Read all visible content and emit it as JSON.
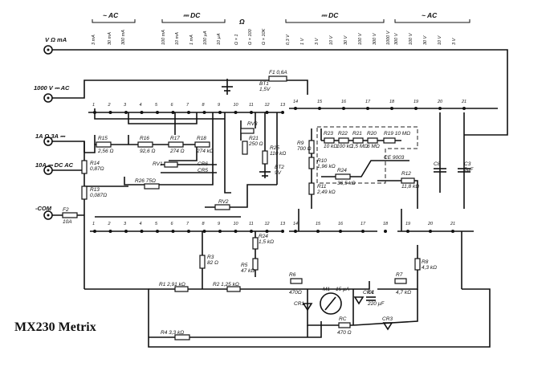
{
  "caption": "MX230 Metrix",
  "range_groups": [
    {
      "symbol": "~ AC",
      "ranges": [
        "3 mA",
        "30 mA",
        "300 mA"
      ]
    },
    {
      "symbol": "⎓ DC",
      "ranges": [
        "100 mA",
        "10 mA",
        "1 mA",
        "100 µA",
        "10 µA"
      ]
    },
    {
      "symbol": "Ω",
      "ranges": [
        "Ω × 1",
        "Ω × 100",
        "Ω × 10K"
      ]
    },
    {
      "symbol": "⎓ DC",
      "ranges": [
        "0,3 V",
        "1 V",
        "3 V",
        "10 V",
        "30 V",
        "100 V",
        "300 V",
        "1000 V"
      ]
    },
    {
      "symbol": "~ AC",
      "ranges": [
        "300 V",
        "100 V",
        "30 V",
        "10 V",
        "3 V"
      ]
    }
  ],
  "inputs": [
    {
      "label": "V Ω  mA"
    },
    {
      "label": "1000 V ⎓ AC"
    },
    {
      "label": "1A Ω  3A ⎓"
    },
    {
      "label": "10A ⎓ DC AC"
    },
    {
      "label": "-COM"
    }
  ],
  "components": {
    "F1": "F1  0,6A",
    "BT1": "BT1",
    "BT1_v": "1,5V",
    "BT2": "BT2",
    "BT2_v": "9V",
    "F2": "F2",
    "F2_v": "10A",
    "R14": "R14",
    "R14_v": "0,87Ω",
    "R13": "R13",
    "R13_v": "0,087Ω",
    "R15": "R15",
    "R15_v": "2,56 Ω",
    "R16": "R16",
    "R16_v": "92,6 Ω",
    "R17": "R17",
    "R17_v": "274 Ω",
    "R18": "R18",
    "R18_v": "274 kΩ",
    "RV1": "RV1",
    "CR6": "CR6",
    "CR5": "CR5",
    "R26": "R26  75Ω",
    "RV2": "RV2",
    "RV3": "RV3",
    "R21": "R21",
    "R21_v": "250 Ω",
    "R25": "R25",
    "R25_v": "110 kΩ",
    "R3": "R3",
    "R3_v": "82 Ω",
    "R24_small": "R24",
    "R24_small_v": "1,5 kΩ",
    "R5": "R5",
    "R5_v": "47 kΩ",
    "R9": "R9",
    "R9_v": "700 Ω",
    "R23": "R23",
    "R23_v": "10 kΩ",
    "R22": "R22",
    "R22_v": "100 kΩ",
    "R21b": "R21",
    "R21b_v": "1,5 MΩ",
    "R20": "R20",
    "R20_v": "6 MΩ",
    "R19": "R19  10 MΩ",
    "R10": "R10",
    "R10_v": "1,96 kΩ",
    "R24": "R24",
    "R24_v": "36,5 kΩ",
    "CE9003": "CE 9003",
    "C8": "C8",
    "C3": "C3",
    "C3_v": "5µF",
    "R12": "R12",
    "R12_v": "11,8 kΩ",
    "R11": "R11",
    "R11_v": "2,49 kΩ",
    "R8": "R8",
    "R8_v": "4,3 kΩ",
    "R1": "R1  2,91 kΩ",
    "R2": "R2  1,25 kΩ",
    "R6": "R6",
    "R6_v": "470Ω",
    "R7": "R7",
    "R7_v": "4,7 kΩ",
    "CR1": "CR1",
    "CR4": "CR4",
    "C1": "C1",
    "C1_v": "220 µF",
    "M1": "M1",
    "M1_v": "15 µA",
    "RC": "RC",
    "RC_v": "470 Ω",
    "CR3": "CR3",
    "R4": "R4  3,3 kΩ"
  },
  "switch_top": {
    "deck_a_numbers": [
      "1",
      "2",
      "3",
      "4",
      "5",
      "6",
      "7",
      "8",
      "9",
      "10",
      "11",
      "12",
      "13"
    ],
    "deck_b_numbers": [
      "14",
      "15",
      "16",
      "17",
      "18",
      "19",
      "20",
      "21"
    ]
  },
  "switch_bottom": {
    "deck_a_numbers": [
      "1",
      "2",
      "3",
      "4",
      "5",
      "6",
      "7",
      "8",
      "9",
      "10",
      "11",
      "12",
      "13"
    ],
    "deck_b_numbers": [
      "14",
      "15",
      "16",
      "17",
      "18",
      "19",
      "20",
      "21"
    ]
  }
}
